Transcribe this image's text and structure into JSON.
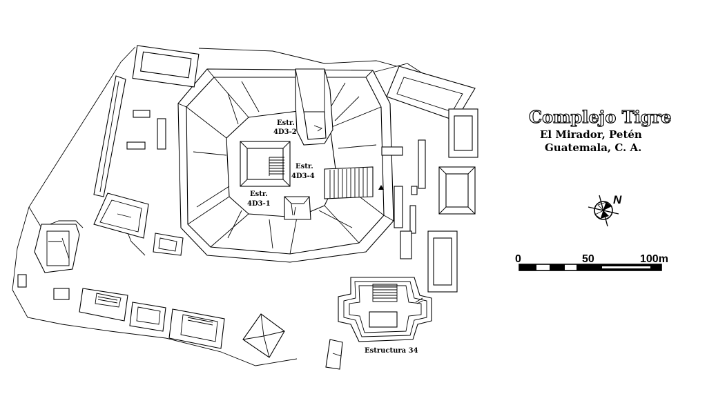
{
  "title": {
    "main": "Complejo Tigre",
    "line2": "El Mirador, Petén",
    "line3": "Guatemala, C. A."
  },
  "north_arrow": {
    "label": "N"
  },
  "scale_bar": {
    "labels": [
      "0",
      "50",
      "100m"
    ]
  },
  "structures": {
    "s1": {
      "l1": "Estr.",
      "l2": "4D3-2"
    },
    "s2": {
      "l1": "Estr.",
      "l2": "4D3-4"
    },
    "s3": {
      "l1": "Estr.",
      "l2": "4D3-1"
    },
    "s4": {
      "label": "Estructura 34"
    }
  },
  "colors": {
    "ink": "#000000",
    "paper": "#ffffff"
  }
}
